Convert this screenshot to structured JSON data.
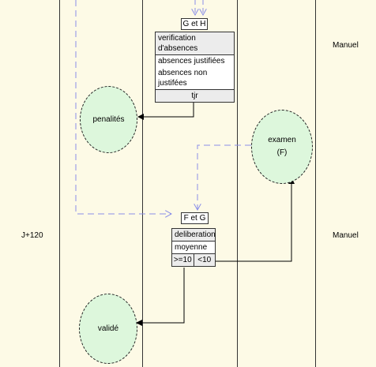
{
  "labels": {
    "manuel_top": "Manuel",
    "manuel_bottom": "Manuel",
    "j120": "J+120"
  },
  "nodes": {
    "penalites": "penalités",
    "examen": "examen",
    "examen_sub": "(F)",
    "valide": "validé"
  },
  "tags": {
    "gh": "G et H",
    "fg": "F et G"
  },
  "box_absences": {
    "title": "verification d'absences",
    "line1": "absences justifiées",
    "line2": "absences non justifées",
    "footer": "tjr"
  },
  "box_deliberation": {
    "title": "deliberation",
    "line1": "moyenne",
    "left": ">=10",
    "right": "<10"
  },
  "colors": {
    "lane_fill": "#fdfae6",
    "node_fill": "#ddf7dc",
    "dashed_flow": "#8a8ee8"
  }
}
